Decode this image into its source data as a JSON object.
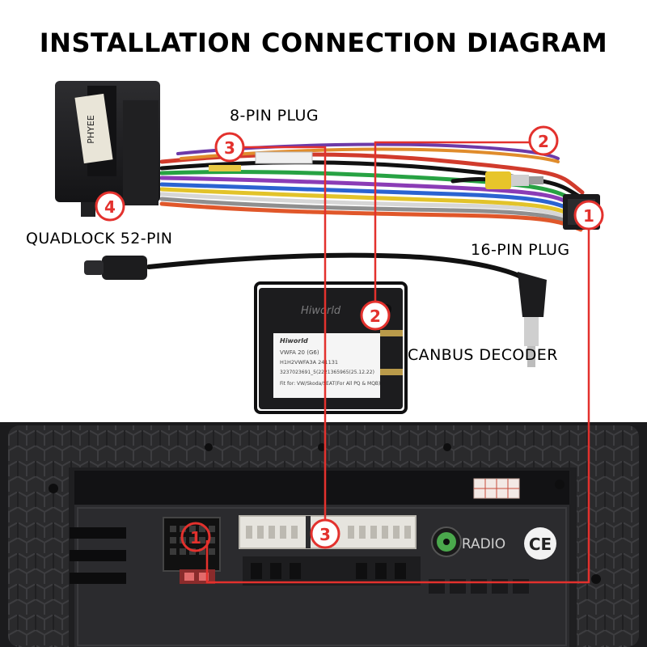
{
  "title": "INSTALLATION CONNECTION DIAGRAM",
  "labels": {
    "pin8": "8-PIN PLUG",
    "quadlock": "QUADLOCK 52-PIN",
    "pin16": "16-PIN PLUG",
    "canbus": "CANBUS DECODER"
  },
  "markers": {
    "m1": "1",
    "m2": "2",
    "m3": "3",
    "m4": "4"
  },
  "connector_brand": "PHYEE",
  "decoder": {
    "logo": "Hiworld",
    "label_line1": "Hiworld",
    "label_line2": "VWFA 20    (G6)",
    "label_line3": "H1H2VWFA3A 241131",
    "label_line4": "3237023691_5(2221365965(25.12.22)",
    "label_line5": "Fit for: VW/Skoda/SEAT(For All PQ & MQB)"
  },
  "unit": {
    "radio_text": "RADIO",
    "ce_text": "CE"
  },
  "colors": {
    "marker_red": "#e3312d",
    "line_red": "#e3312d"
  }
}
